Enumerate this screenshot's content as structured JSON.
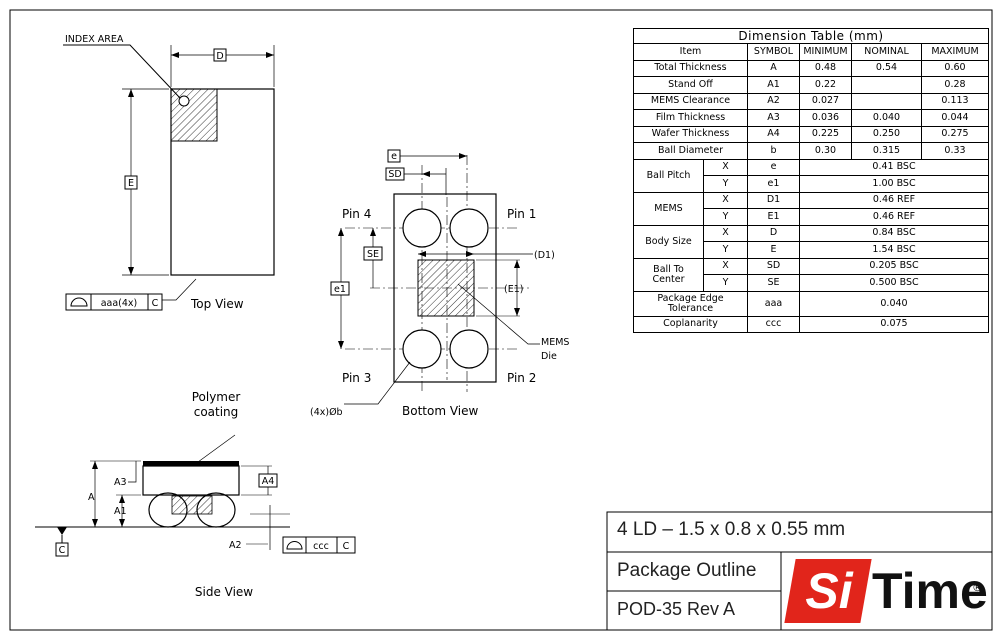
{
  "labels": {
    "index_area": "INDEX AREA",
    "dim_d": "D",
    "dim_e": "E",
    "aaa_tol": "aaa(4x)",
    "datum_c": "C",
    "top_view": "Top View",
    "dim_e_pitch": "e",
    "dim_sd": "SD",
    "dim_se": "SE",
    "dim_e1": "e1",
    "dim_d1": "(D1)",
    "dim_e1_mems": "(E1)",
    "pin4": "Pin 4",
    "pin1": "Pin 1",
    "pin3": "Pin 3",
    "pin2": "Pin 2",
    "mems_die_1": "MEMS",
    "mems_die_2": "Die",
    "ball_dia": "(4x)Øb",
    "bottom_view": "Bottom View",
    "polymer_1": "Polymer",
    "polymer_2": "coating",
    "dim_a3": "A3",
    "dim_a4": "A4",
    "dim_a": "A",
    "dim_a1": "A1",
    "dim_a2": "A2",
    "ccc_tol": "ccc",
    "side_view": "Side View"
  },
  "table": {
    "caption": "Dimension Table (mm)",
    "headers": [
      "Item",
      "SYMBOL",
      "MINIMUM",
      "NOMINAL",
      "MAXIMUM"
    ],
    "rows_a": [
      {
        "item": "Total Thickness",
        "sym": "A",
        "min": "0.48",
        "nom": "0.54",
        "max": "0.60"
      },
      {
        "item": "Stand Off",
        "sym": "A1",
        "min": "0.22",
        "nom": "",
        "max": "0.28"
      },
      {
        "item": "MEMS Clearance",
        "sym": "A2",
        "min": "0.027",
        "nom": "",
        "max": "0.113"
      },
      {
        "item": "Film Thickness",
        "sym": "A3",
        "min": "0.036",
        "nom": "0.040",
        "max": "0.044"
      },
      {
        "item": "Wafer Thickness",
        "sym": "A4",
        "min": "0.225",
        "nom": "0.250",
        "max": "0.275"
      },
      {
        "item": "Ball Diameter",
        "sym": "b",
        "min": "0.30",
        "nom": "0.315",
        "max": "0.33"
      }
    ],
    "groups": [
      {
        "item": "Ball Pitch",
        "rows": [
          {
            "axis": "X",
            "sym": "e",
            "val": "0.41 BSC"
          },
          {
            "axis": "Y",
            "sym": "e1",
            "val": "1.00 BSC"
          }
        ]
      },
      {
        "item": "MEMS",
        "rows": [
          {
            "axis": "X",
            "sym": "D1",
            "val": "0.46 REF"
          },
          {
            "axis": "Y",
            "sym": "E1",
            "val": "0.46 REF"
          }
        ]
      },
      {
        "item": "Body Size",
        "rows": [
          {
            "axis": "X",
            "sym": "D",
            "val": "0.84 BSC"
          },
          {
            "axis": "Y",
            "sym": "E",
            "val": "1.54 BSC"
          }
        ]
      },
      {
        "item": "Ball To Center",
        "rows": [
          {
            "axis": "X",
            "sym": "SD",
            "val": "0.205 BSC"
          },
          {
            "axis": "Y",
            "sym": "SE",
            "val": "0.500 BSC"
          }
        ]
      }
    ],
    "rows_b": [
      {
        "item": "Package Edge Tolerance",
        "sym": "aaa",
        "val": "0.040"
      },
      {
        "item": "Coplanarity",
        "sym": "ccc",
        "val": "0.075"
      }
    ]
  },
  "title_block": {
    "package_desc": "4 LD – 1.5 x 0.8 x 0.55 mm",
    "package_outline": "Package Outline",
    "doc_rev": "POD-35 Rev A",
    "logo_si": "Si",
    "logo_time": "Time",
    "logo_reg": "®"
  },
  "colors": {
    "brand_red": "#e1251b",
    "line": "#000000"
  }
}
